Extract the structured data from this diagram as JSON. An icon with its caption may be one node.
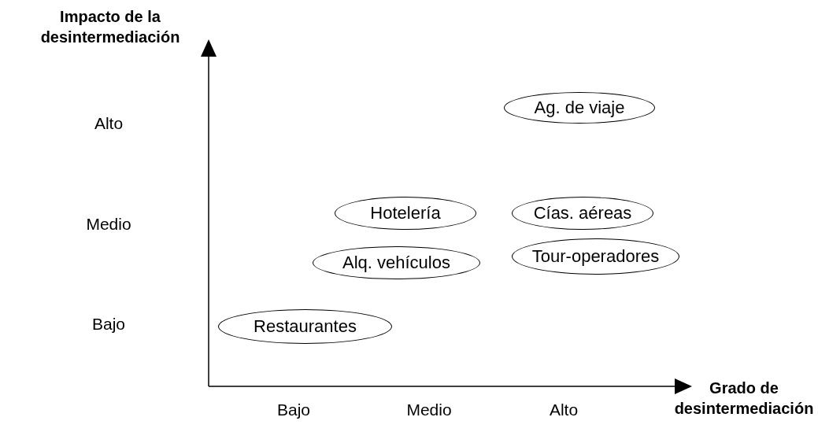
{
  "diagram": {
    "nodes": [
      {
        "text": [
          "Ag. de viaje"
        ]
      },
      {
        "text": [
          "Hotelería"
        ]
      },
      {
        "text": [
          "Cías. aéreas"
        ]
      },
      {
        "text": [
          "Alq. vehículos"
        ]
      },
      {
        "text": [
          "Tour-operadores"
        ]
      },
      {
        "text": [
          "Restaurantes"
        ]
      }
    ],
    "edges": [],
    "labels": [
      "Impacto de la desintermediación",
      "Alto",
      "Medio",
      "Bajo",
      "Bajo",
      "Medio",
      "Alto",
      "Grado de desintermediación"
    ]
  }
}
